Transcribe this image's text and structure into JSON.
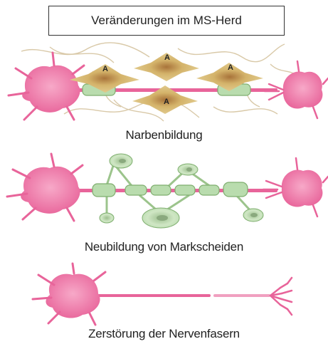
{
  "title": "Veränderungen im MS-Herd",
  "panels": [
    {
      "caption": "Narbenbildung"
    },
    {
      "caption": "Neubildung von Markscheiden"
    },
    {
      "caption": "Zerstörung der Nervenfasern"
    }
  ],
  "astrocyte_label": "A",
  "colors": {
    "neuron": "#e8649a",
    "neuron_body": "#f07aaa",
    "myelin": "#b9dcae",
    "myelin_stroke": "#7fae6f",
    "astrocyte": "#d8c27a",
    "fiber": "#d9c9a8",
    "frame": "#333333"
  }
}
